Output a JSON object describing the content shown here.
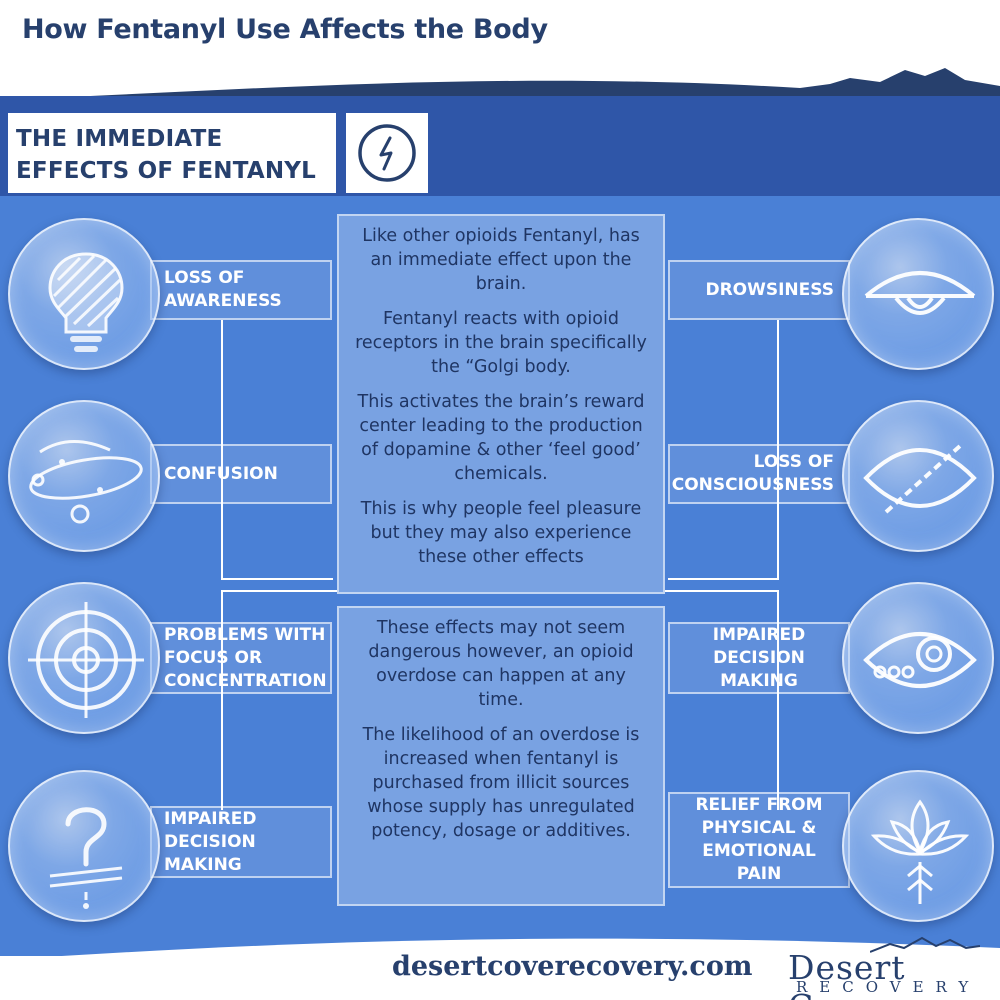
{
  "header": {
    "title": "How Fentanyl Use Affects the Body"
  },
  "section": {
    "title_line1": "THE IMMEDIATE",
    "title_line2": "EFFECTS OF FENTANYL",
    "icon": "lightning-bolt-icon"
  },
  "left_effects": [
    {
      "line1": "LOSS OF",
      "line2": "AWARENESS",
      "line3": "",
      "icon": "lightbulb-icon"
    },
    {
      "line1": "CONFUSION",
      "line2": "",
      "line3": "",
      "icon": "orbit-icon"
    },
    {
      "line1": "PROBLEMS WITH",
      "line2": "FOCUS OR",
      "line3": "CONCENTRATION",
      "icon": "target-icon"
    },
    {
      "line1": "IMPAIRED",
      "line2": "DECISION",
      "line3": "MAKING",
      "icon": "question-mark-icon"
    }
  ],
  "right_effects": [
    {
      "line1": "DROWSINESS",
      "line2": "",
      "line3": "",
      "icon": "drowsy-eye-icon"
    },
    {
      "line1": "LOSS OF",
      "line2": "CONSCIOUSNESS",
      "line3": "",
      "icon": "closed-eye-icon"
    },
    {
      "line1": "IMPAIRED",
      "line2": "DECISION",
      "line3": "MAKING",
      "icon": "eye-icon"
    },
    {
      "line1": "RELIEF FROM",
      "line2": "PHYSICAL &",
      "line3": "EMOTIONAL",
      "line4": "PAIN",
      "icon": "lotus-icon"
    }
  ],
  "center_top": {
    "p1": "Like other opioids Fentanyl, has an immediate effect upon the brain.",
    "p2": "Fentanyl reacts with opioid receptors in the brain specifically the “Golgi body.",
    "p3": "This activates the brain’s reward center leading to the production of dopamine & other ‘feel good’ chemicals.",
    "p4": "This is why people feel pleasure but they may also experience these other effects"
  },
  "center_bottom": {
    "p1": "These effects may not seem dangerous however, an opioid overdose can happen at any time.",
    "p2": "The likelihood of an overdose is increased when fentanyl is purchased from illicit sources whose supply has unregulated potency, dosage or additives."
  },
  "footer": {
    "url": "desertcoverecovery.com",
    "brand_name": "Desert Cove",
    "brand_sub": "RECOVERY"
  },
  "colors": {
    "navy": "#27406d",
    "panel_blue": "#4a80d6",
    "dark_blue": "#2f56a8"
  }
}
